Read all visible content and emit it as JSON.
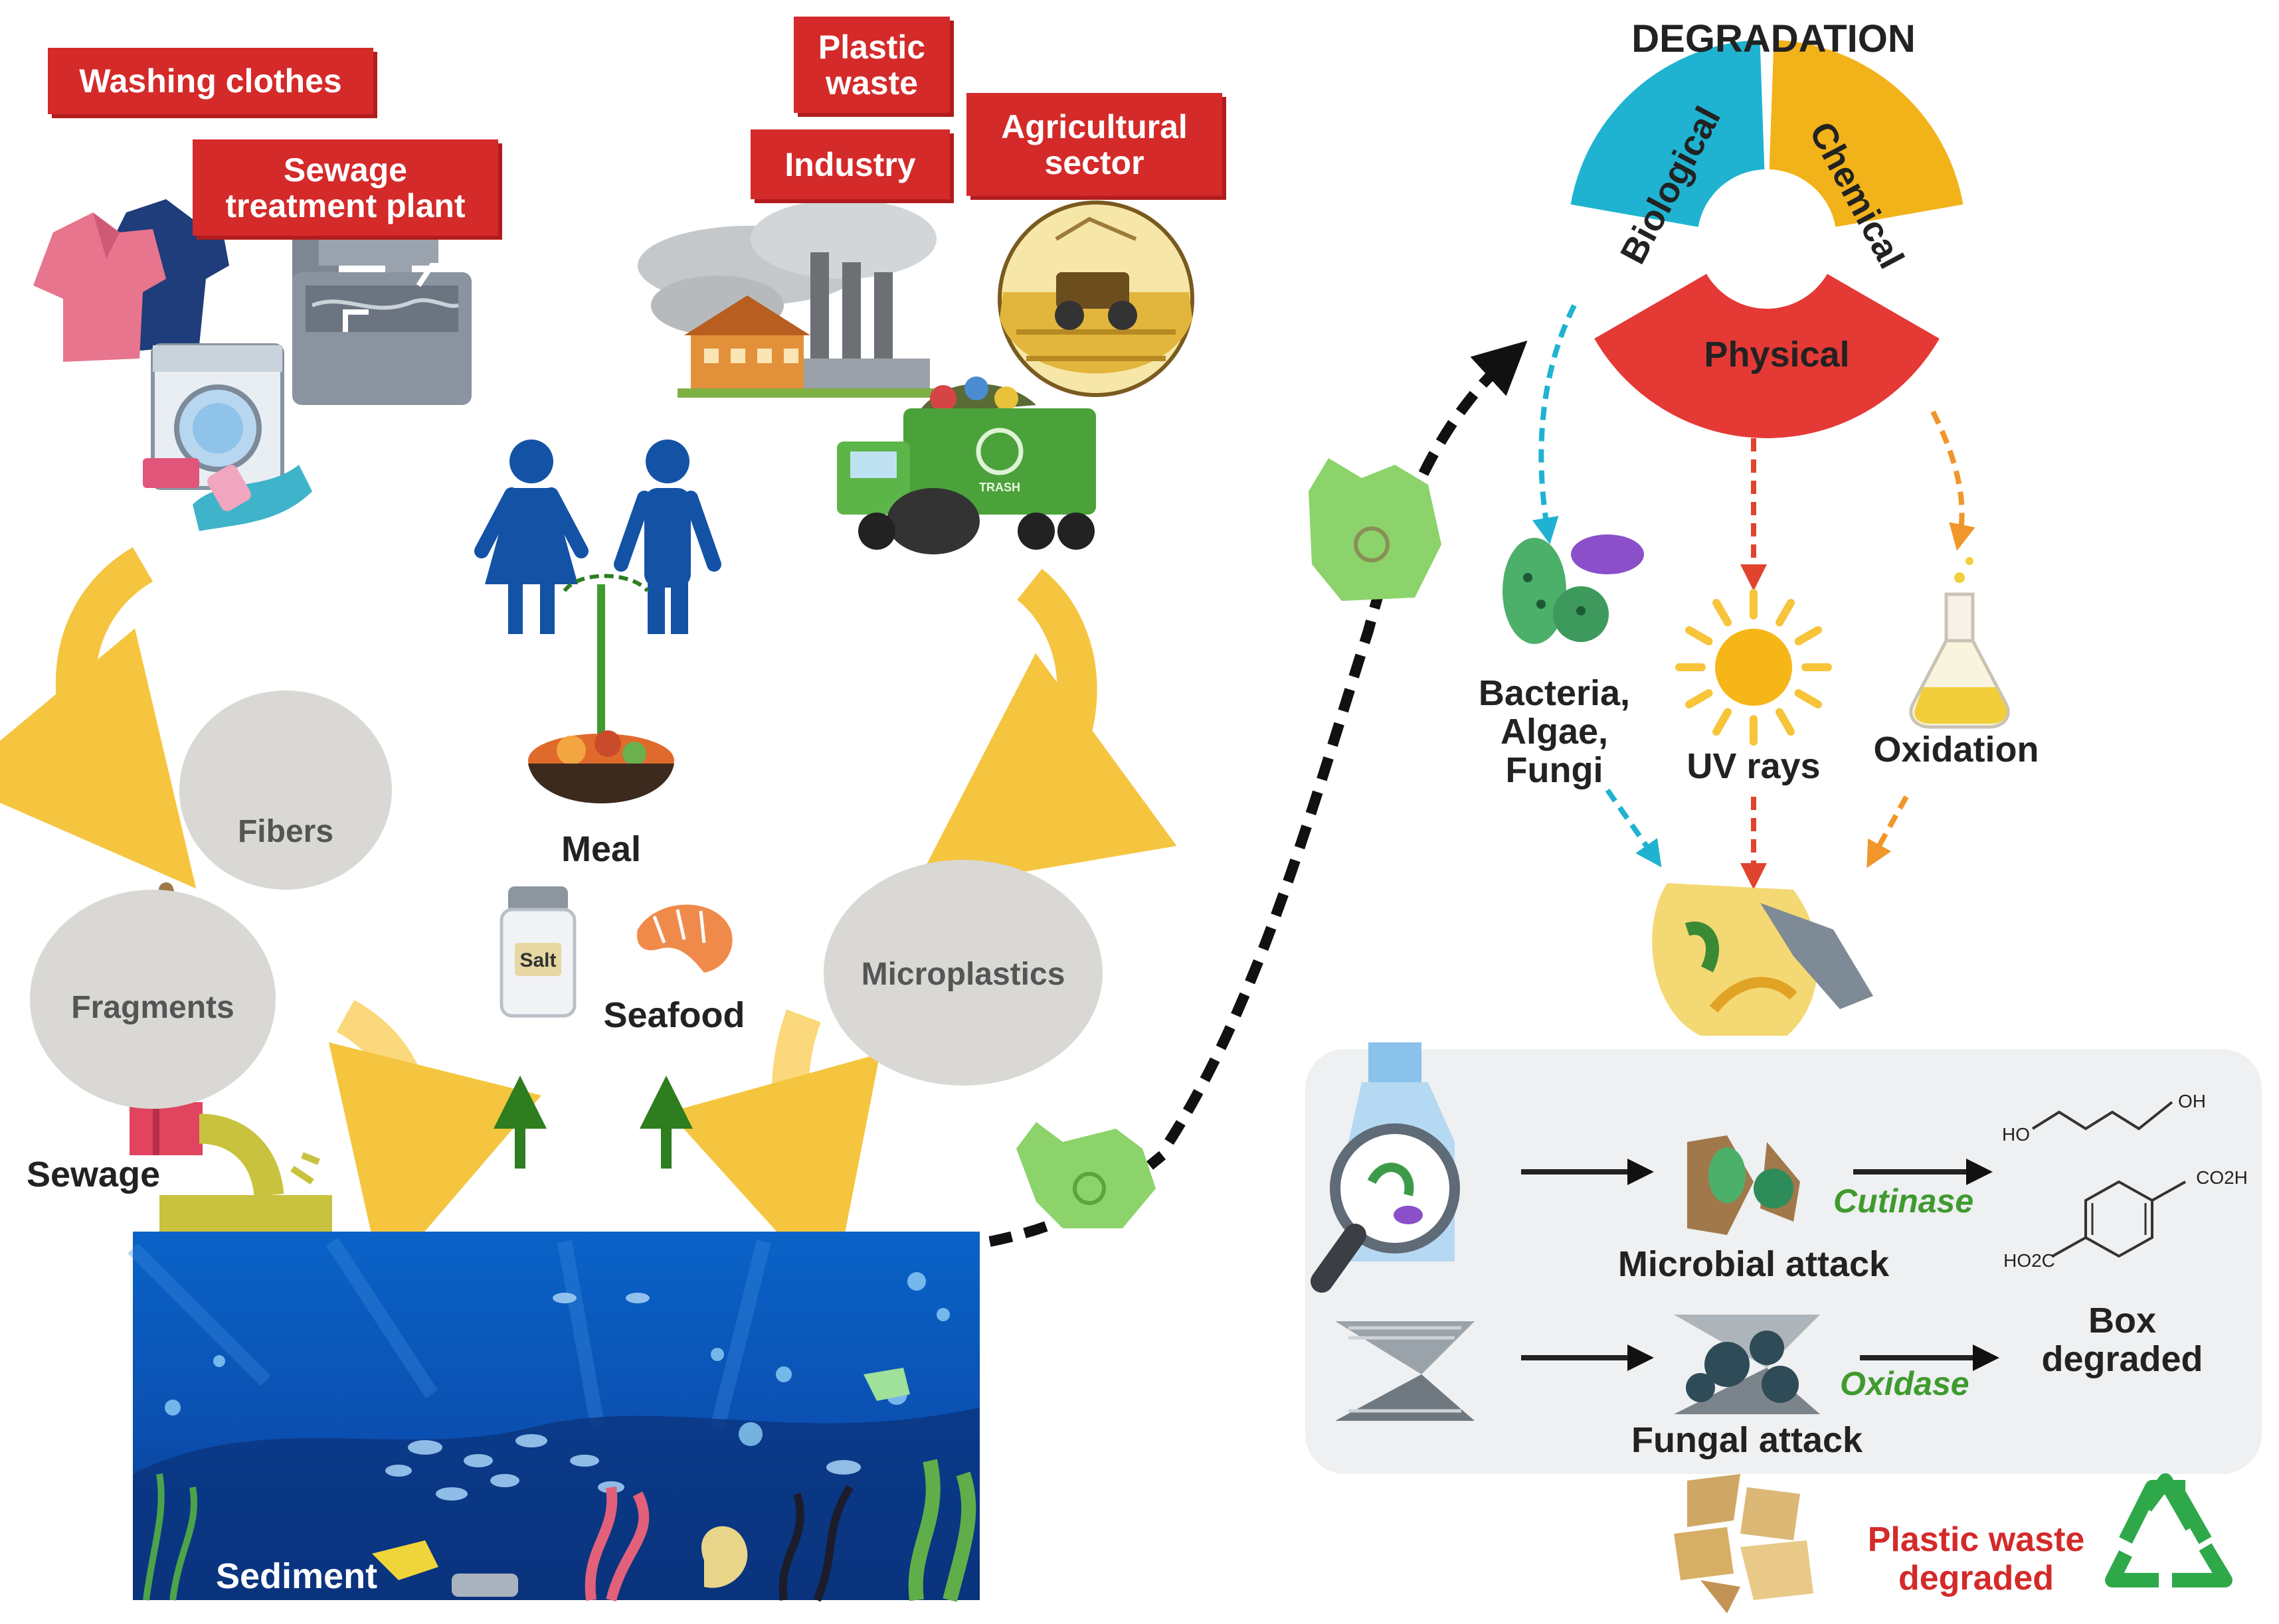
{
  "sources": {
    "washing_clothes": "Washing clothes",
    "sewage_treatment_plant": "Sewage\ntreatment plant",
    "plastic_waste": "Plastic\nwaste",
    "industry": "Industry",
    "agricultural_sector": "Agricultural\nsector"
  },
  "forms": {
    "fibers": "Fibers",
    "fragments": "Fragments",
    "microplastics": "Microplastics"
  },
  "food_chain": {
    "meal": "Meal",
    "salt": "Salt",
    "seafood": "Seafood"
  },
  "environment": {
    "sewage": "Sewage",
    "sediment": "Sediment",
    "trash_truck": "TRASH"
  },
  "degradation": {
    "title": "DEGRADATION",
    "biological": "Biological",
    "chemical": "Chemical",
    "physical": "Physical",
    "agents": {
      "bio": "Bacteria,\nAlgae,\nFungi",
      "uv": "UV rays",
      "oxidation": "Oxidation"
    }
  },
  "process": {
    "microbial_attack": "Microbial attack",
    "fungal_attack": "Fungal attack",
    "cutinase": "Cutinase",
    "oxidase": "Oxidase",
    "box_degraded": "Box\ndegraded",
    "plastic_waste_degraded": "Plastic waste\ndegraded",
    "chem_oh1": "OH",
    "chem_oh2": "HO",
    "chem_co2h": "CO2H",
    "chem_ho2c": "HO2C"
  },
  "colors": {
    "label_red": "#d42a2a",
    "biological": "#1fb3d1",
    "chemical": "#f2b21a",
    "physical": "#e53935",
    "arrow_yellow": "#f5c53f",
    "arrow_green": "#2e7d1f",
    "enzyme_green": "#3f9a2f"
  }
}
